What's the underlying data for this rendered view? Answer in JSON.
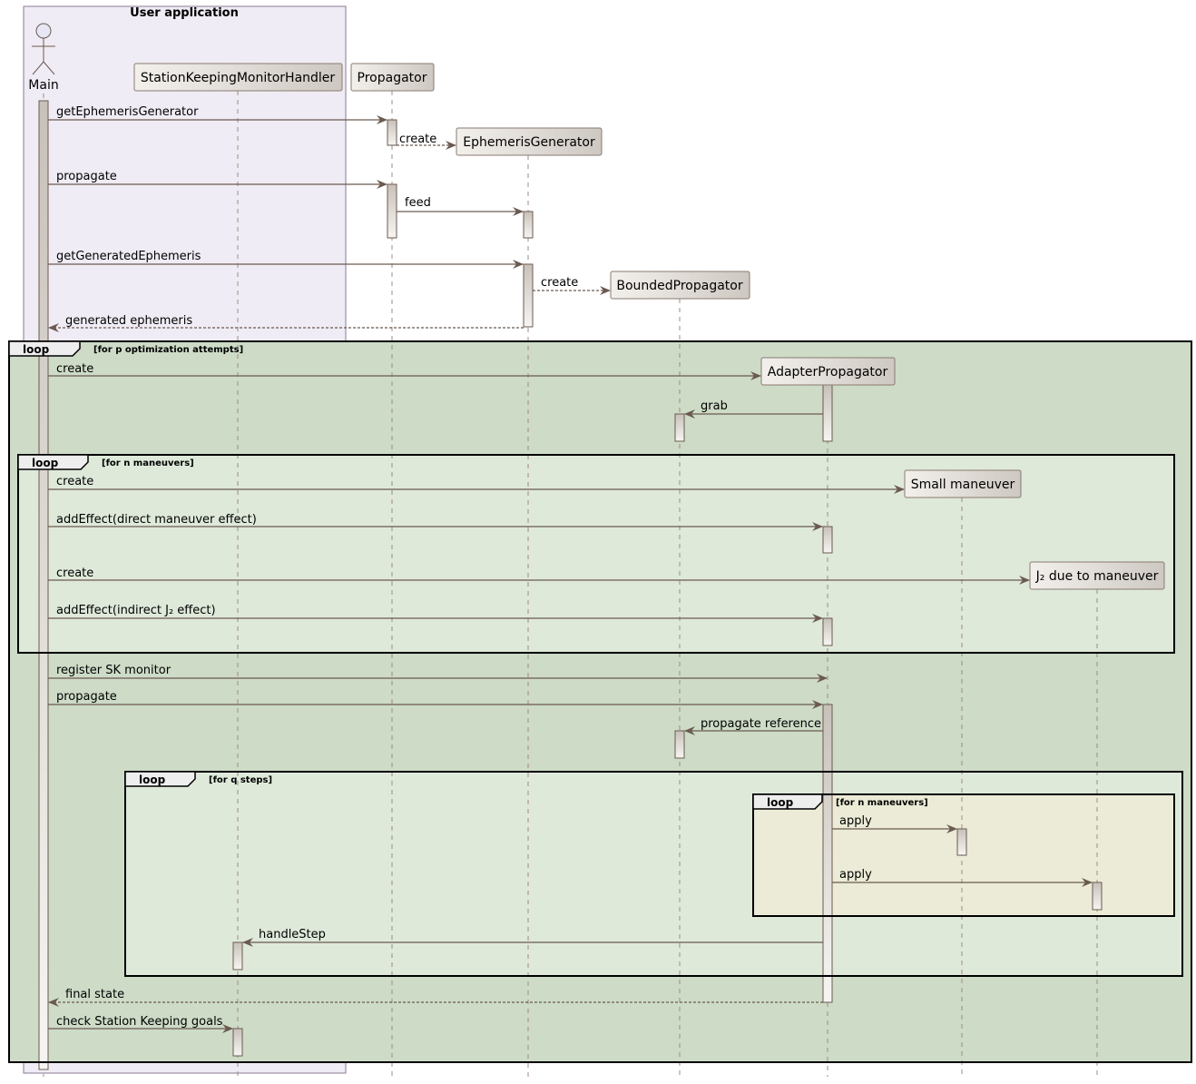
{
  "box": {
    "title": "User application"
  },
  "participants": {
    "main": "Main",
    "handler": "StationKeepingMonitorHandler",
    "propagator": "Propagator",
    "ephemeris_generator": "EphemerisGenerator",
    "bounded_propagator": "BoundedPropagator",
    "adapter_propagator": "AdapterPropagator",
    "small_maneuver": "Small maneuver",
    "j2_maneuver": "J₂ due to maneuver"
  },
  "messages": {
    "m1": "getEphemerisGenerator",
    "m2": "create",
    "m3": "propagate",
    "m4": "feed",
    "m5": "getGeneratedEphemeris",
    "m6": "create",
    "m7": "generated ephemeris",
    "m8": "create",
    "m9": "grab",
    "m10": "create",
    "m11": "addEffect(direct maneuver effect)",
    "m12": "create",
    "m13": "addEffect(indirect J₂ effect)",
    "m14": "register SK monitor",
    "m15": "propagate",
    "m16": "propagate reference",
    "m17": "apply",
    "m18": "apply",
    "m19": "handleStep",
    "m20": "final state",
    "m21": "check Station Keeping goals"
  },
  "loops": {
    "outer": {
      "label": "loop",
      "condition": "[for p optimization attempts]"
    },
    "maneuvers": {
      "label": "loop",
      "condition": "[for n maneuvers]"
    },
    "steps": {
      "label": "loop",
      "condition": "[for q steps]"
    },
    "inner_maneuvers": {
      "label": "loop",
      "condition": "[for n maneuvers]"
    }
  },
  "colors": {
    "box_fill": "#f0ecf5",
    "outer_loop_fill": "#cddbc7",
    "inner_loop_fill": "#dee9da",
    "innermost_loop_fill": "#ebebd7",
    "arrow": "#6b5a50",
    "participant_fill_start": "#f3f0ec",
    "participant_fill_end": "#cec8c2",
    "actor_fill": "#e6e6f5"
  }
}
